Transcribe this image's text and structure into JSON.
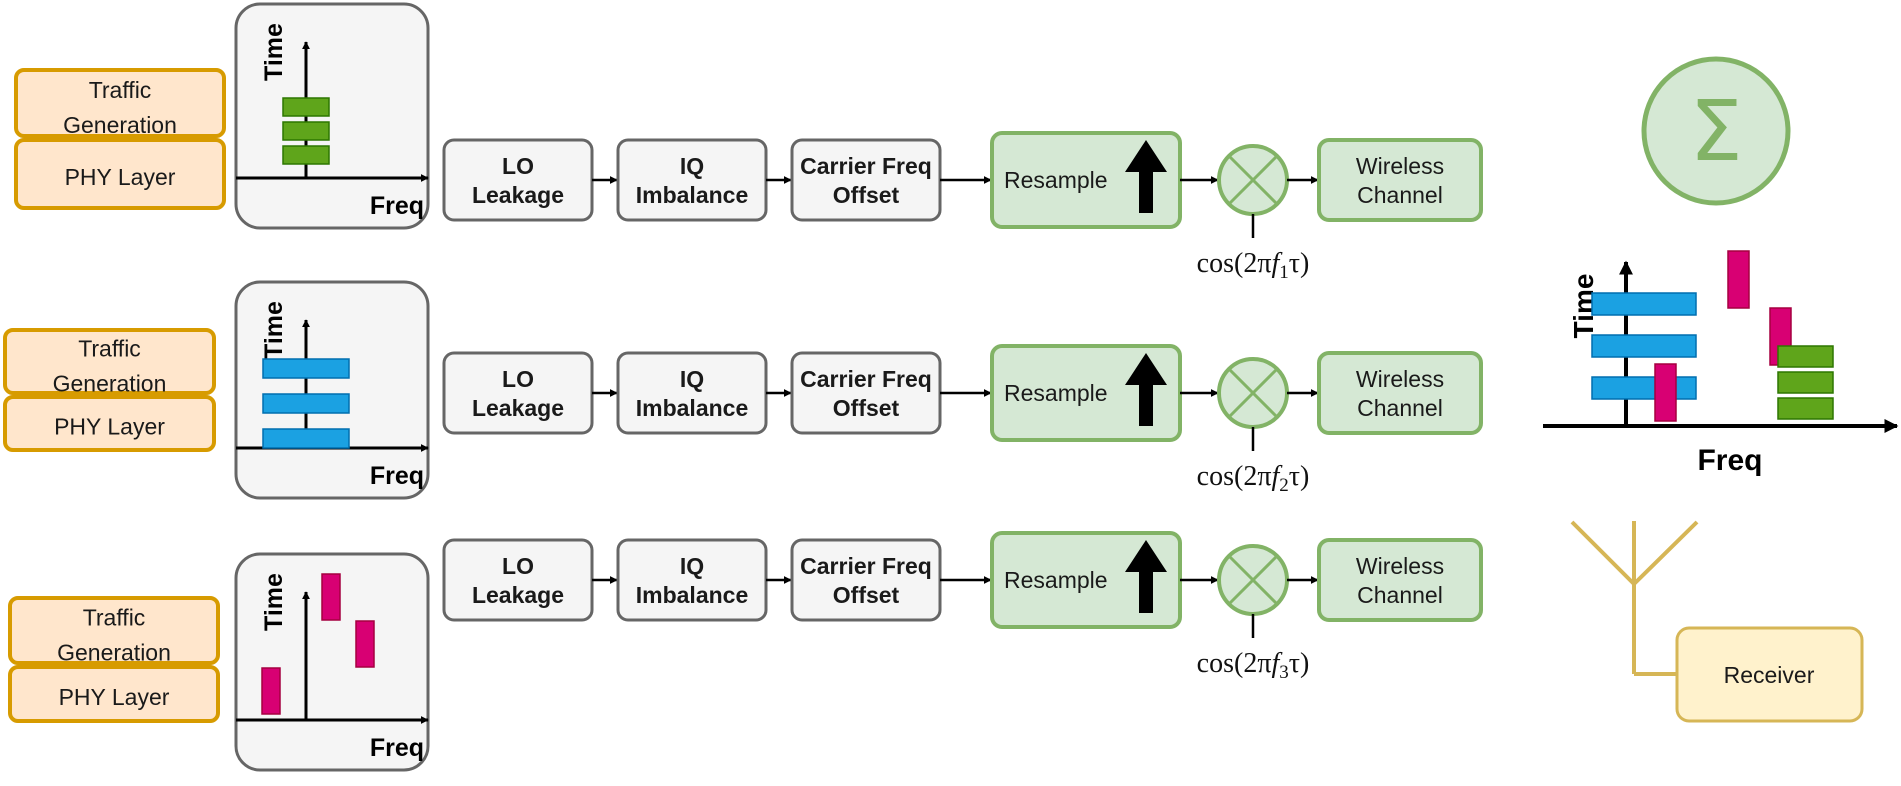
{
  "chains": [
    {
      "source": {
        "traffic": [
          "Traffic",
          "Generation"
        ],
        "phy": "PHY Layer"
      },
      "spectrum": {
        "y_label": "Time",
        "x_label": "Freq",
        "pattern": "narrow-green-stack",
        "color": "#5fa51b"
      },
      "blocks": {
        "lo": [
          "LO",
          "Leakage"
        ],
        "iq": [
          "IQ",
          "Imbalance"
        ],
        "cfo": [
          "Carrier Freq",
          "Offset"
        ],
        "resample": "Resample",
        "channel": [
          "Wireless",
          "Channel"
        ]
      },
      "mixer_icon": "multiply-cross-icon",
      "mixer_label": {
        "pre": "cos(2π",
        "f": "f",
        "sub": "1",
        "post": "τ)"
      }
    },
    {
      "source": {
        "traffic": [
          "Traffic",
          "Generation"
        ],
        "phy": "PHY Layer"
      },
      "spectrum": {
        "y_label": "Time",
        "x_label": "Freq",
        "pattern": "wide-blue-stack",
        "color": "#1ba1e2"
      },
      "blocks": {
        "lo": [
          "LO",
          "Leakage"
        ],
        "iq": [
          "IQ",
          "Imbalance"
        ],
        "cfo": [
          "Carrier Freq",
          "Offset"
        ],
        "resample": "Resample",
        "channel": [
          "Wireless",
          "Channel"
        ]
      },
      "mixer_icon": "multiply-cross-icon",
      "mixer_label": {
        "pre": "cos(2π",
        "f": "f",
        "sub": "2",
        "post": "τ)"
      }
    },
    {
      "source": {
        "traffic": [
          "Traffic",
          "Generation"
        ],
        "phy": "PHY Layer"
      },
      "spectrum": {
        "y_label": "Time",
        "x_label": "Freq",
        "pattern": "hopping-pink-bars",
        "color": "#d80073"
      },
      "blocks": {
        "lo": [
          "LO",
          "Leakage"
        ],
        "iq": [
          "IQ",
          "Imbalance"
        ],
        "cfo": [
          "Carrier Freq",
          "Offset"
        ],
        "resample": "Resample",
        "channel": [
          "Wireless",
          "Channel"
        ]
      },
      "mixer_icon": "multiply-cross-icon",
      "mixer_label": {
        "pre": "cos(2π",
        "f": "f",
        "sub": "3",
        "post": "τ)"
      }
    }
  ],
  "sum": {
    "icon": "sigma-summation-icon",
    "symbol": "Σ"
  },
  "combined_spectrum": {
    "y_label": "Time",
    "x_label": "Freq"
  },
  "receiver": {
    "label": "Receiver",
    "icon": "antenna-icon"
  },
  "colors": {
    "source_fill": "#ffe6cc",
    "source_stroke": "#d79b00",
    "block_fill": "#f5f5f5",
    "block_stroke": "#666666",
    "green_fill": "#d5e8d4",
    "green_stroke": "#82b366",
    "receiver_fill": "#fff2cc",
    "receiver_stroke": "#d6b656",
    "antenna": "#d6b656",
    "blue": "#1ba1e2",
    "green": "#5fa51b",
    "pink": "#d80073"
  }
}
